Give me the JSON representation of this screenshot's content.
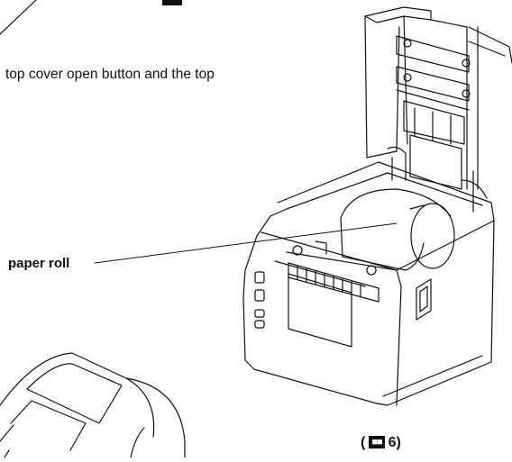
{
  "text": {
    "instruction_fragment": "top cover open button and the top",
    "paper_roll_label": "paper roll",
    "figure_ref": {
      "open": "(",
      "number": "6",
      "close": ")"
    }
  },
  "colors": {
    "ink": "#111111",
    "paper": "#ffffff"
  }
}
